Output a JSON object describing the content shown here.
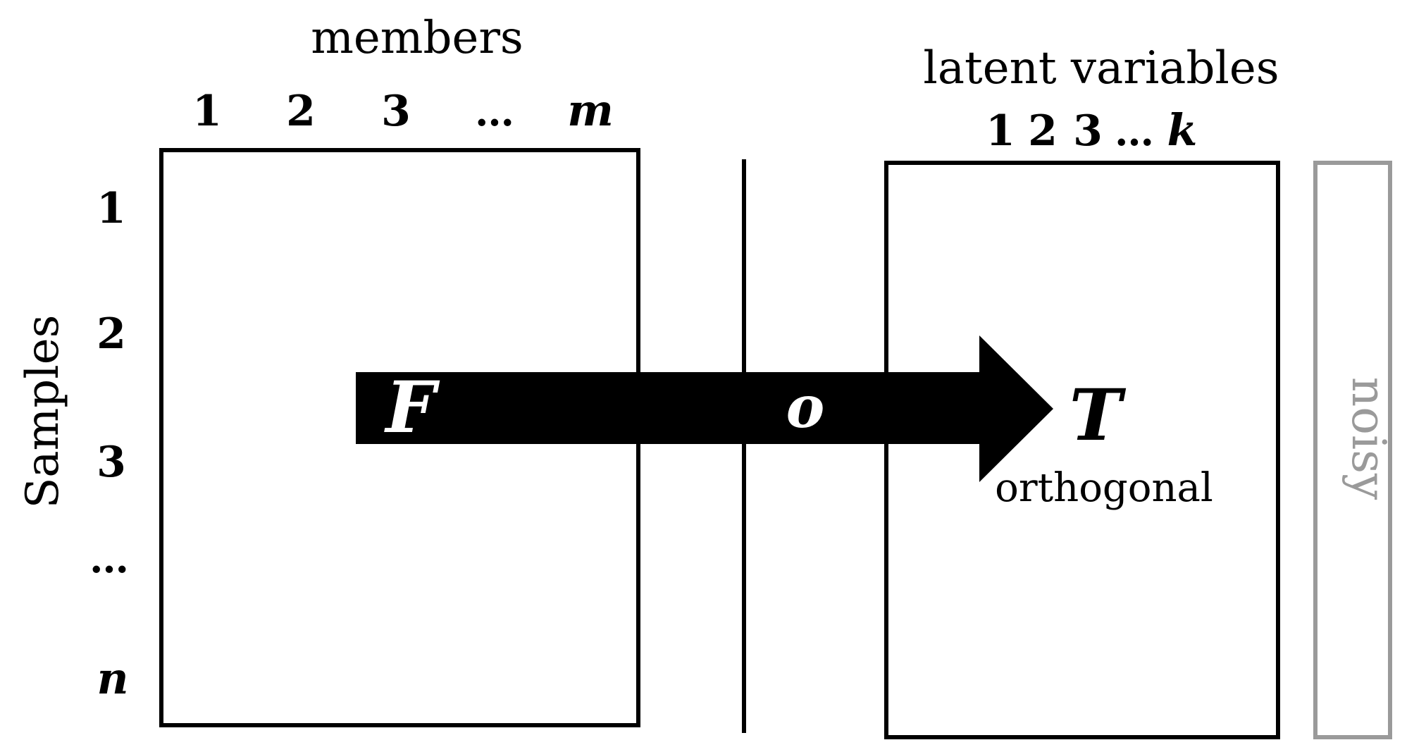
{
  "left_matrix": {
    "column_header": "members",
    "column_labels": [
      "1",
      "2",
      "3",
      "…",
      "m"
    ],
    "row_header": "Samples",
    "row_labels": [
      "1",
      "2",
      "3",
      "…",
      "n"
    ]
  },
  "right_matrix": {
    "column_header": "latent variables",
    "column_labels": [
      "1",
      "2",
      "3",
      "…",
      "k"
    ]
  },
  "arrow": {
    "start_label": "F",
    "middle_label": "o",
    "end_label": "T",
    "end_caption": "orthogonal"
  },
  "noise_box": {
    "label": "noisy"
  },
  "colors": {
    "ink": "#000000",
    "noise_box": "#9a9a9a"
  }
}
